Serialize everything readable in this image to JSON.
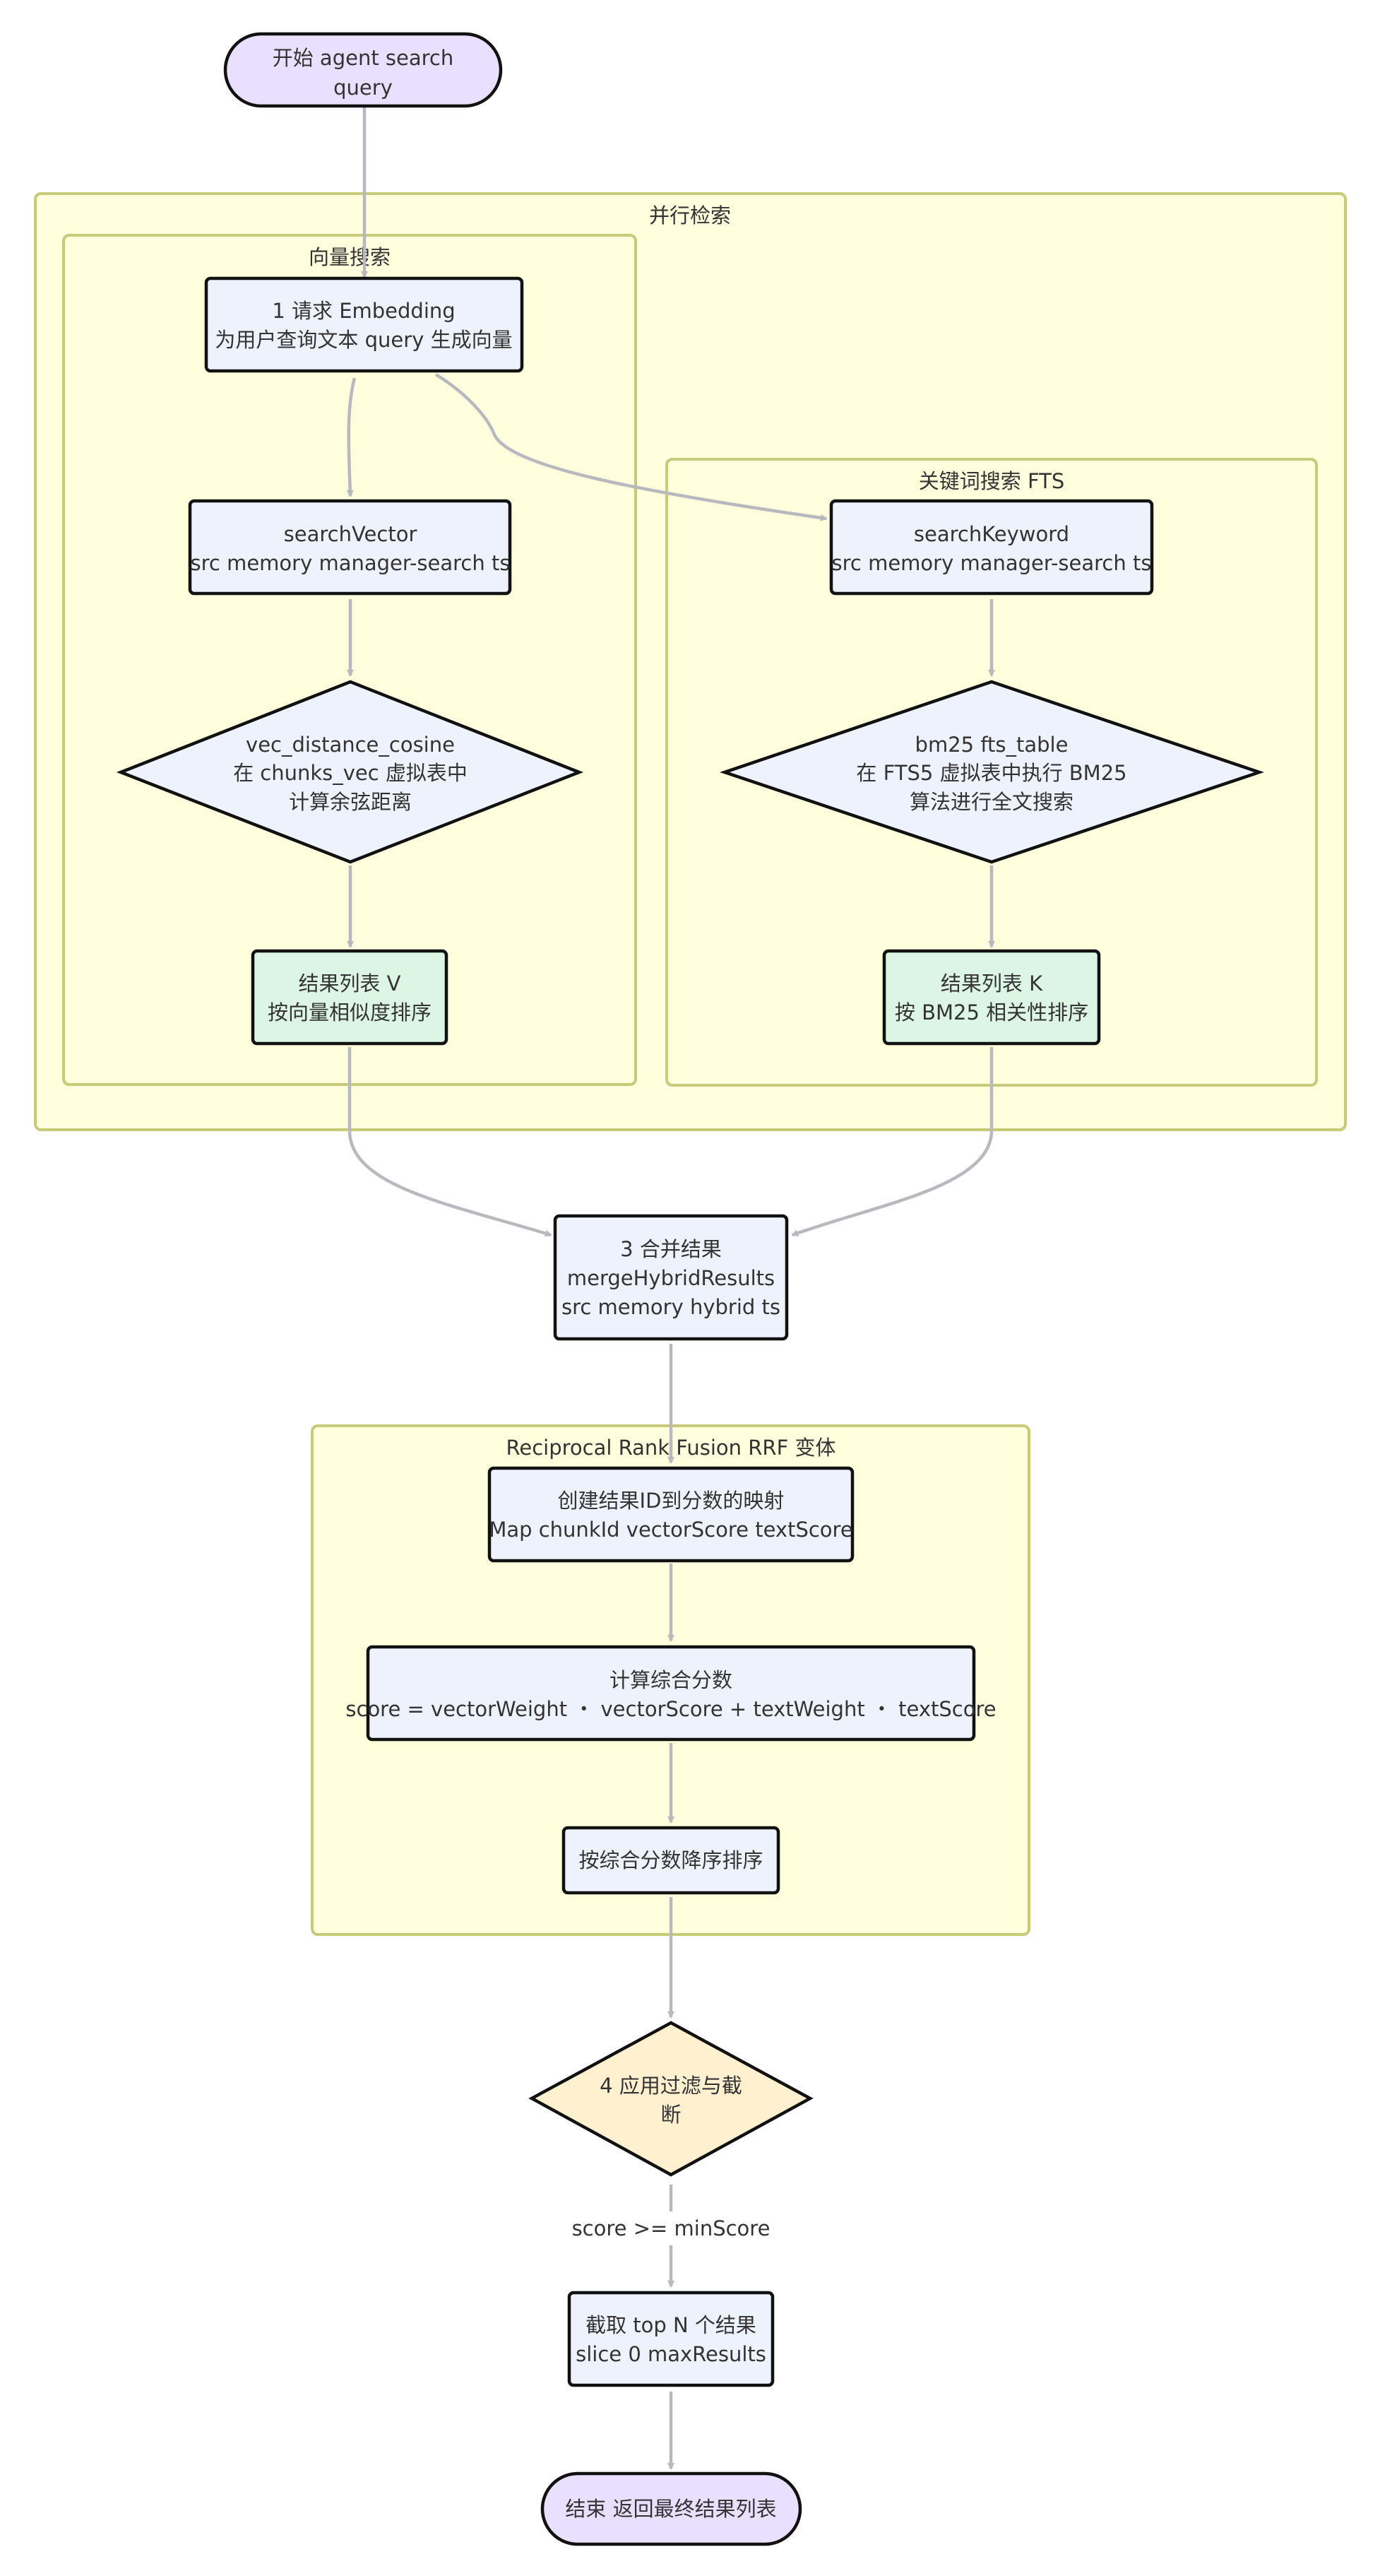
{
  "clusters": {
    "parallel": "并行检索",
    "vector": "向量搜索",
    "keyword": "关键词搜索 FTS",
    "rrf": "Reciprocal Rank Fusion RRF 变体"
  },
  "nodes": {
    "start": [
      "开始 agent search",
      "query"
    ],
    "embed": [
      "1 请求 Embedding",
      "为用户查询文本 query 生成向量"
    ],
    "searchVector": [
      "searchVector",
      "src memory manager-search ts"
    ],
    "vecDist": [
      "vec_distance_cosine",
      "在 chunks_vec 虚拟表中",
      "计算余弦距离"
    ],
    "resultV": [
      "结果列表 V",
      "按向量相似度排序"
    ],
    "searchKeyword": [
      "searchKeyword",
      "src memory manager-search ts"
    ],
    "bm25": [
      "bm25 fts_table",
      "在 FTS5 虚拟表中执行 BM25",
      "算法进行全文搜索"
    ],
    "resultK": [
      "结果列表 K",
      "按 BM25 相关性排序"
    ],
    "merge": [
      "3 合并结果",
      "mergeHybridResults",
      "src memory hybrid ts"
    ],
    "map": [
      "创建结果ID到分数的映射",
      "Map chunkId vectorScore textScore"
    ],
    "score": [
      "计算综合分数",
      "score = vectorWeight ・ vectorScore + textWeight ・ textScore"
    ],
    "sort": [
      "按综合分数降序排序"
    ],
    "filter": [
      "4 应用过滤与截",
      "断"
    ],
    "slice": [
      "截取 top N 个结果",
      "slice 0 maxResults"
    ],
    "end": [
      "结束 返回最终结果列表"
    ]
  },
  "edge_labels": {
    "filter_to_slice": "score >= minScore"
  },
  "colors": {
    "cluster_fill": "#ffffde",
    "node_fill": "#eef2fd",
    "result_fill": "#ddf5e4",
    "terminal_fill": "#e9e0ff",
    "decision_fill": "#fff0cf",
    "edge": "#b8b8bf"
  }
}
